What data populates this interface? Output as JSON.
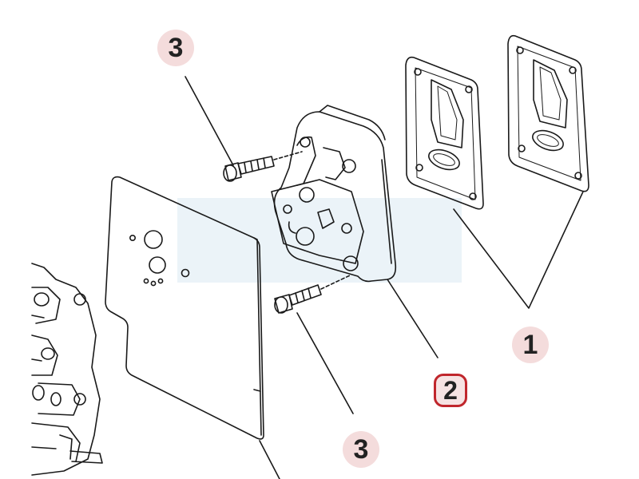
{
  "diagram": {
    "callouts": [
      {
        "id": "c3-top",
        "label": "3",
        "style": "plain"
      },
      {
        "id": "c1",
        "label": "1",
        "style": "plain"
      },
      {
        "id": "c2",
        "label": "2",
        "style": "highlight"
      },
      {
        "id": "c3-bottom",
        "label": "3",
        "style": "plain"
      }
    ],
    "colors": {
      "line": "#1a1a1a",
      "callout_bg": "#f4dcdc",
      "callout_highlight_border": "#c0262c",
      "watermark": "#dbe9f2"
    }
  }
}
